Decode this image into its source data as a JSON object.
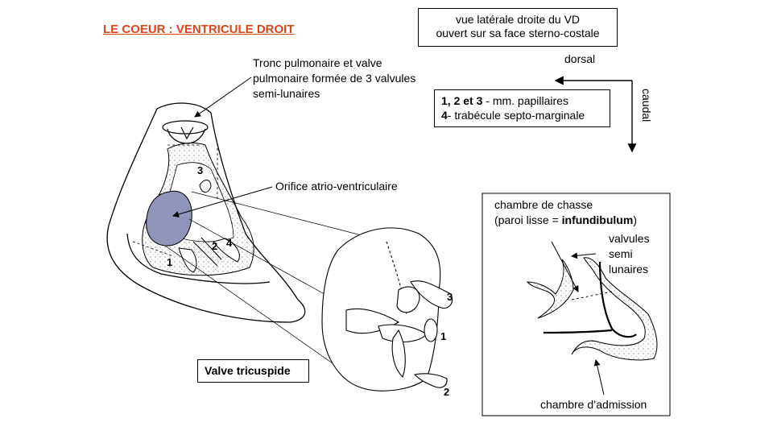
{
  "title": "LE COEUR : VENTRICULE DROIT",
  "view_box": {
    "line1": "vue latérale droite du VD",
    "line2": "ouvert sur sa face sterno-costale"
  },
  "orientation": {
    "dorsal": "dorsal",
    "caudal": "caudal"
  },
  "legend": {
    "line1_bold": "1, 2 et 3",
    "line1_rest": " - mm. papillaires",
    "line2_bold": "4",
    "line2_rest": "- trabécule septo-marginale"
  },
  "labels": {
    "tronc_line1": "Tronc pulmonaire et valve",
    "tronc_line2": "pulmonaire formée de 3 valvules",
    "tronc_line3": "semi-lunaires",
    "orifice": "Orifice atrio-ventriculaire",
    "valve_tricuspide": "Valve tricuspide"
  },
  "main_numbers": {
    "n1": "1",
    "n2": "2",
    "n3": "3",
    "n4": "4"
  },
  "valve_numbers": {
    "n1": "1",
    "n2": "2",
    "n3": "3"
  },
  "inset": {
    "chasse_line1": "chambre de chasse",
    "chasse_line2_pre": "(paroi lisse = ",
    "chasse_line2_bold": "infundibulum",
    "chasse_line2_post": ")",
    "valvules_line1": "valvules",
    "valvules_line2": "semi",
    "valvules_line3": "lunaires",
    "admission": "chambre d’admission"
  },
  "colors": {
    "title": "#d9461c",
    "orifice_fill": "#8f94b8"
  }
}
